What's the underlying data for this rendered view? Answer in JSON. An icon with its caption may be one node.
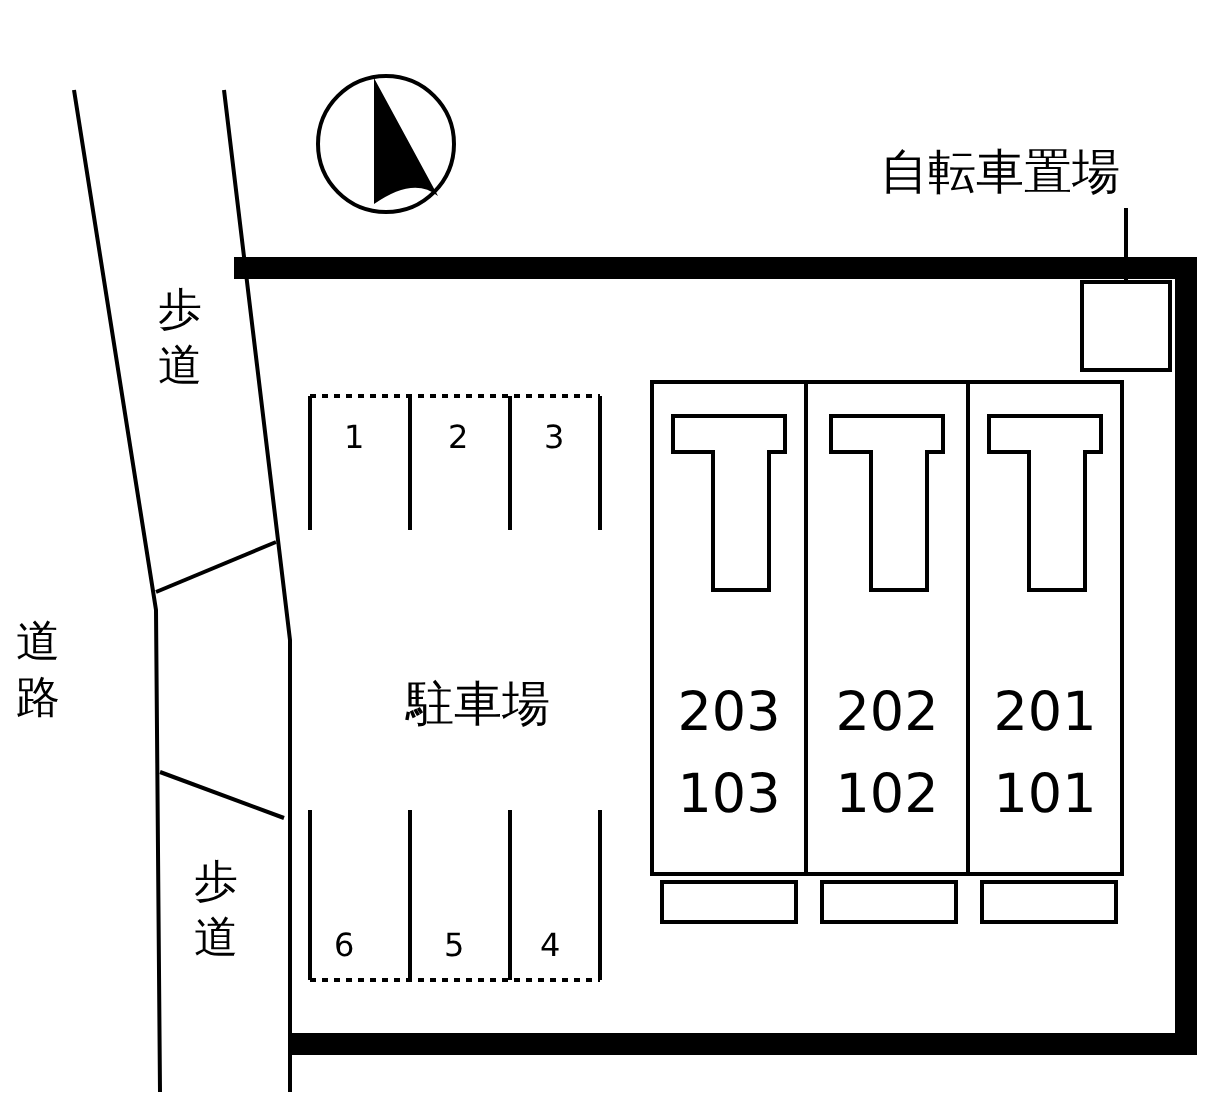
{
  "diagram": {
    "nodes": [
      {
        "text": [
          "自転車置場"
        ]
      },
      {
        "text": [],
        "shape": "box"
      },
      {
        "text": [
          "203",
          "103"
        ]
      },
      {
        "text": [
          "202",
          "102"
        ]
      },
      {
        "text": [
          "201",
          "101"
        ]
      },
      {
        "text": [],
        "shape": "box"
      },
      {
        "text": [],
        "shape": "box"
      },
      {
        "text": [],
        "shape": "box"
      }
    ],
    "edges": [
      {
        "from": 0,
        "to": 1,
        "arrow": "none"
      }
    ],
    "labels": [
      "歩道",
      "道路",
      "1",
      "2",
      "3",
      "駐車場",
      "歩道",
      "6",
      "5",
      "4"
    ]
  }
}
